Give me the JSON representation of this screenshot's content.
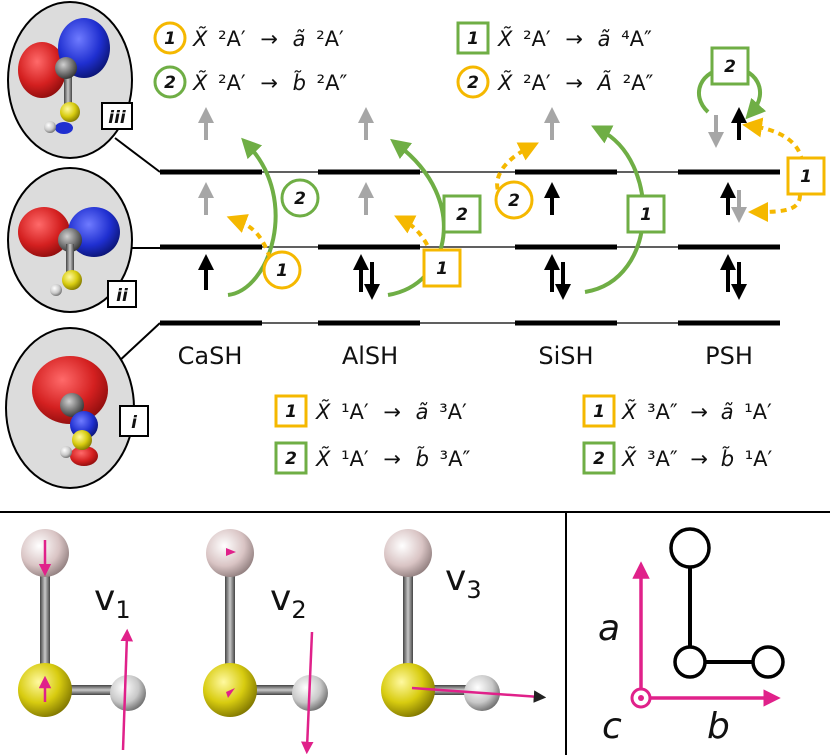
{
  "molecules": [
    "CaSH",
    "AlSH",
    "SiSH",
    "PSH"
  ],
  "orbital_labels": [
    "iii",
    "ii",
    "i"
  ],
  "transitions": {
    "doublet_left": [
      {
        "num": "1",
        "badge": "circle",
        "color": "#f5b800",
        "from_state": "X̃",
        "from_sym": "²A′",
        "arrow": "→",
        "to_state": "ã",
        "to_sym": "²A′"
      },
      {
        "num": "2",
        "badge": "circle",
        "color": "#6fae45",
        "from_state": "X̃",
        "from_sym": "²A′",
        "arrow": "→",
        "to_state": "b̃",
        "to_sym": "²A″"
      }
    ],
    "doublet_right": [
      {
        "num": "1",
        "badge": "square",
        "color": "#6fae45",
        "from_state": "X̃",
        "from_sym": "²A′",
        "arrow": "→",
        "to_state": "ã",
        "to_sym": "⁴A″"
      },
      {
        "num": "2",
        "badge": "circle",
        "color": "#f5b800",
        "from_state": "X̃",
        "from_sym": "²A′",
        "arrow": "→",
        "to_state": "Ã",
        "to_sym": "²A″"
      }
    ],
    "singlet": [
      {
        "num": "1",
        "badge": "square",
        "color": "#f5b800",
        "from_state": "X̃",
        "from_sym": "¹A′",
        "arrow": "→",
        "to_state": "ã",
        "to_sym": "³A′"
      },
      {
        "num": "2",
        "badge": "square",
        "color": "#6fae45",
        "from_state": "X̃",
        "from_sym": "¹A′",
        "arrow": "→",
        "to_state": "b̃",
        "to_sym": "³A″"
      }
    ],
    "triplet": [
      {
        "num": "1",
        "badge": "square",
        "color": "#f5b800",
        "from_state": "X̃",
        "from_sym": "³A″",
        "arrow": "→",
        "to_state": "ã",
        "to_sym": "¹A′"
      },
      {
        "num": "2",
        "badge": "square",
        "color": "#6fae45",
        "from_state": "X̃",
        "from_sym": "³A″",
        "arrow": "→",
        "to_state": "b̃",
        "to_sym": "¹A′"
      }
    ]
  },
  "diagram_badges": {
    "casH_1": "1",
    "casH_2": "2",
    "alsh_1": "1",
    "alsh_2": "2",
    "sish_1": "1",
    "sish_2": "2",
    "psh_1": "1",
    "psh_2": "2"
  },
  "vibrational_modes": [
    {
      "symbol": "v",
      "subscript": "1"
    },
    {
      "symbol": "v",
      "subscript": "2"
    },
    {
      "symbol": "v",
      "subscript": "3"
    }
  ],
  "axes": {
    "a": "a",
    "b": "b",
    "c": "c"
  },
  "colors": {
    "yellow": "#f5b800",
    "green": "#6fae45",
    "magenta": "#e0218a",
    "gray_arrow": "#a6a6a6",
    "black": "#000000",
    "orbital_red": "#d42020",
    "orbital_blue": "#1f2fd0",
    "sulfur": "#d8cc10",
    "bubble": "#dcdcdc"
  }
}
